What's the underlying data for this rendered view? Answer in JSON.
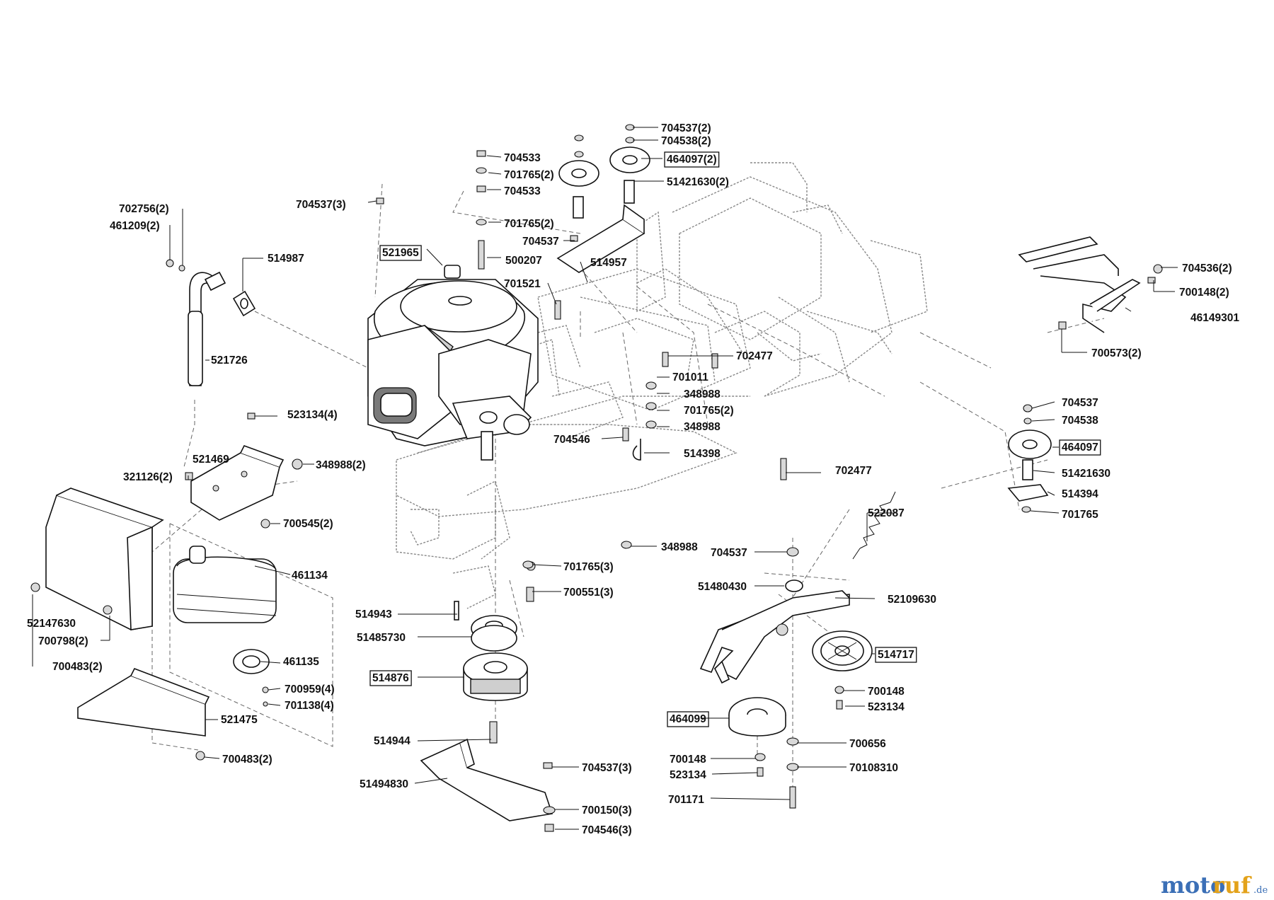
{
  "watermark": {
    "part1": "moto",
    "part2": "ruf",
    "suffix": ".de"
  },
  "labels": [
    {
      "id": "l01",
      "text": "704537(2)"
    },
    {
      "id": "l02",
      "text": "704538(2)"
    },
    {
      "id": "l03",
      "text": "464097(2)",
      "boxed": true
    },
    {
      "id": "l04",
      "text": "51421630(2)"
    },
    {
      "id": "l05",
      "text": "704533"
    },
    {
      "id": "l06",
      "text": "701765(2)"
    },
    {
      "id": "l07",
      "text": "704533"
    },
    {
      "id": "l08",
      "text": "701765(2)"
    },
    {
      "id": "l09",
      "text": "704537"
    },
    {
      "id": "l10",
      "text": "514957"
    },
    {
      "id": "l11",
      "text": "704537(3)"
    },
    {
      "id": "l12",
      "text": "702756(2)"
    },
    {
      "id": "l13",
      "text": "461209(2)"
    },
    {
      "id": "l14",
      "text": "514987"
    },
    {
      "id": "l15",
      "text": "521965",
      "boxed": true
    },
    {
      "id": "l16",
      "text": "500207"
    },
    {
      "id": "l17",
      "text": "701521"
    },
    {
      "id": "l18",
      "text": "521726"
    },
    {
      "id": "l19",
      "text": "702477"
    },
    {
      "id": "l20",
      "text": "701011"
    },
    {
      "id": "l21",
      "text": "348988"
    },
    {
      "id": "l22",
      "text": "701765(2)"
    },
    {
      "id": "l23",
      "text": "348988"
    },
    {
      "id": "l24",
      "text": "704546"
    },
    {
      "id": "l25",
      "text": "514398"
    },
    {
      "id": "l26",
      "text": "523134(4)"
    },
    {
      "id": "l27",
      "text": "521469"
    },
    {
      "id": "l28",
      "text": "348988(2)"
    },
    {
      "id": "l29",
      "text": "321126(2)"
    },
    {
      "id": "l30",
      "text": "700545(2)"
    },
    {
      "id": "l31",
      "text": "702477"
    },
    {
      "id": "l32",
      "text": "704536(2)"
    },
    {
      "id": "l33",
      "text": "700148(2)"
    },
    {
      "id": "l34",
      "text": "46149301"
    },
    {
      "id": "l35",
      "text": "700573(2)"
    },
    {
      "id": "l36",
      "text": "704537"
    },
    {
      "id": "l37",
      "text": "704538"
    },
    {
      "id": "l38",
      "text": "464097",
      "boxed": true
    },
    {
      "id": "l39",
      "text": "51421630"
    },
    {
      "id": "l40",
      "text": "514394"
    },
    {
      "id": "l41",
      "text": "701765"
    },
    {
      "id": "l42",
      "text": "522087"
    },
    {
      "id": "l43",
      "text": "348988"
    },
    {
      "id": "l44",
      "text": "704537"
    },
    {
      "id": "l45",
      "text": "701765(3)"
    },
    {
      "id": "l46",
      "text": "461134"
    },
    {
      "id": "l47",
      "text": "700551(3)"
    },
    {
      "id": "l48",
      "text": "51480430"
    },
    {
      "id": "l49",
      "text": "52109630"
    },
    {
      "id": "l50",
      "text": "514943"
    },
    {
      "id": "l51",
      "text": "52147630"
    },
    {
      "id": "l52",
      "text": "51485730"
    },
    {
      "id": "l53",
      "text": "700798(2)"
    },
    {
      "id": "l54",
      "text": "461135"
    },
    {
      "id": "l55",
      "text": "700483(2)"
    },
    {
      "id": "l56",
      "text": "514717",
      "boxed": true
    },
    {
      "id": "l57",
      "text": "514876",
      "boxed": true
    },
    {
      "id": "l58",
      "text": "700959(4)"
    },
    {
      "id": "l59",
      "text": "701138(4)"
    },
    {
      "id": "l60",
      "text": "700148"
    },
    {
      "id": "l61",
      "text": "523134"
    },
    {
      "id": "l62",
      "text": "521475"
    },
    {
      "id": "l63",
      "text": "464099",
      "boxed": true
    },
    {
      "id": "l64",
      "text": "514944"
    },
    {
      "id": "l65",
      "text": "700656"
    },
    {
      "id": "l66",
      "text": "700148"
    },
    {
      "id": "l67",
      "text": "704537(3)"
    },
    {
      "id": "l68",
      "text": "523134"
    },
    {
      "id": "l69",
      "text": "70108310"
    },
    {
      "id": "l70",
      "text": "700483(2)"
    },
    {
      "id": "l71",
      "text": "51494830"
    },
    {
      "id": "l72",
      "text": "700150(3)"
    },
    {
      "id": "l73",
      "text": "701171"
    },
    {
      "id": "l74",
      "text": "704546(3)"
    }
  ]
}
